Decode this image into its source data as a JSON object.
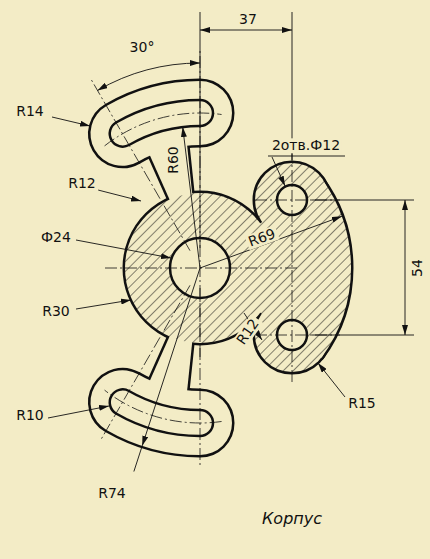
{
  "diagram": {
    "caption": "Корпус",
    "labels": [
      "30°",
      "37",
      "R14",
      "R60",
      "2отв.Ф12",
      "R12",
      "Ф24",
      "R69",
      "54",
      "R30",
      "R12",
      "R15",
      "R10",
      "R74"
    ]
  }
}
